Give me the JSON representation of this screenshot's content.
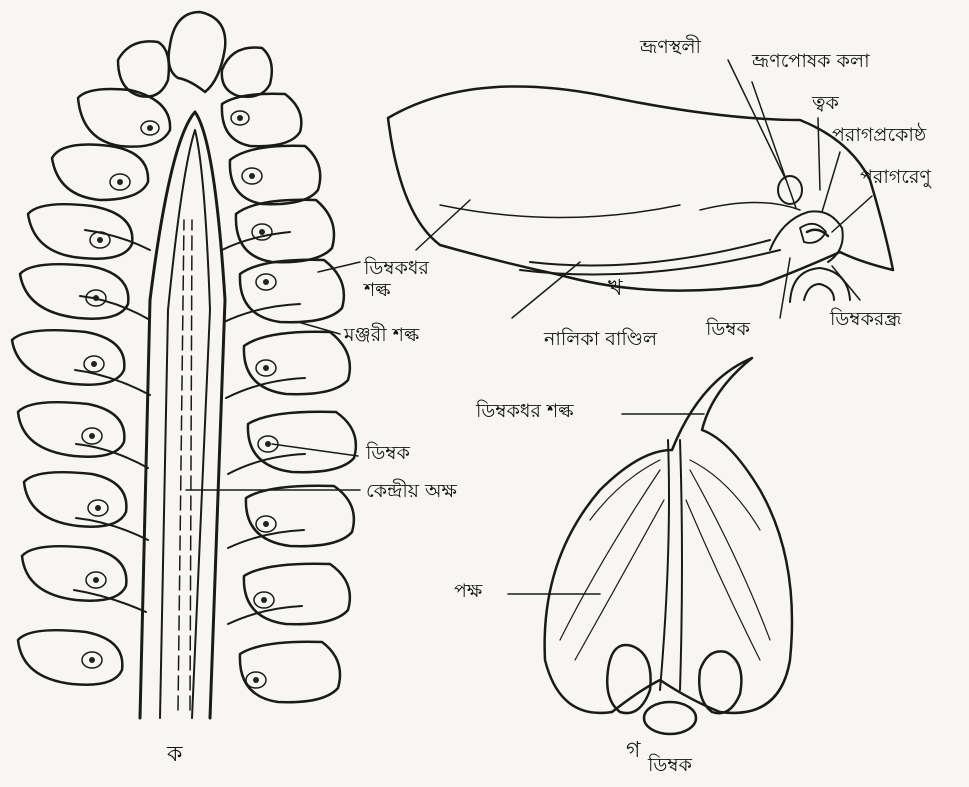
{
  "figure": {
    "panel_a": {
      "id_label": "ক",
      "labels": {
        "ovuliferous_scale": "ডিম্বকধর\nশল্ক",
        "bract_scale": "মঞ্জরী শল্ক",
        "ovule": "ডিম্বক",
        "central_axis": "কেন্দ্রীয় অক্ষ"
      }
    },
    "panel_b": {
      "id_label": "খ",
      "labels": {
        "embryo_sac": "ভ্রূণস্থলী",
        "nucellus": "ভ্রূণপোষক কলা",
        "integument": "ত্বক",
        "pollen_chamber": "পরাগপ্রকোষ্ঠ",
        "pollen_grain": "পরাগরেণু",
        "micropyle": "ডিম্বকরন্ধ্র",
        "vascular_bundle": "নালিকা বাণ্ডিল",
        "ovule": "ডিম্বক"
      }
    },
    "panel_c": {
      "id_label": "গ",
      "labels": {
        "ovuliferous_scale": "ডিম্বকধর শল্ক",
        "wing": "পক্ষ",
        "ovule": "ডিম্বক"
      }
    }
  }
}
